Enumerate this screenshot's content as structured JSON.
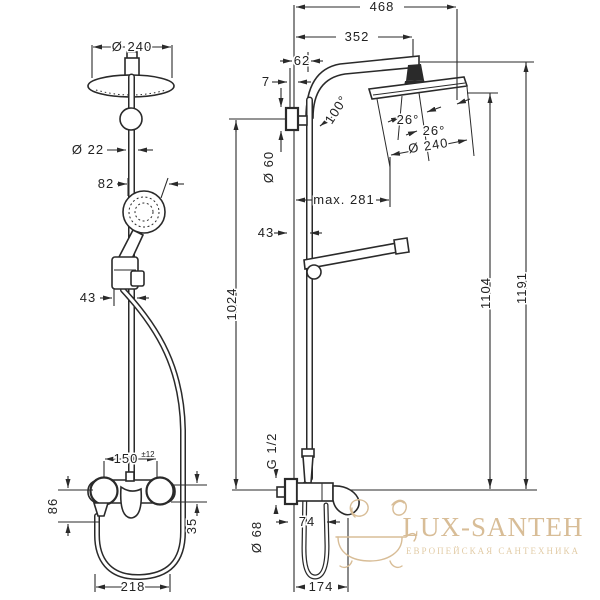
{
  "drawing": {
    "front_view": {
      "labels": {
        "head_diameter": "Ø 240",
        "pipe_diameter": "Ø 22",
        "hand_shower_width": "82",
        "holder_offset": "43",
        "valve_centers": "150",
        "valve_centers_tolerance": "±12",
        "valve_drop": "86",
        "valve_right_drop": "35",
        "valve_width": "218"
      }
    },
    "side_view": {
      "labels": {
        "total_depth": "468",
        "arm_reach": "352",
        "wall_gap": "62",
        "bracket_gap": "7",
        "arm_angle": "100°",
        "bracket_diameter": "Ø 60",
        "spray_angle_left": "26°",
        "spray_angle_right": "26°",
        "head_diameter": "Ø 240",
        "max_reach": "max. 281",
        "pipe_offset": "43",
        "height_bracket": "1024",
        "height_head": "1104",
        "height_total": "1191",
        "connection_thread": "G 1/2",
        "escutcheon_diameter": "Ø 68",
        "hose_offset": "74",
        "valve_depth": "174"
      }
    }
  },
  "watermark": {
    "title": "LUX-SANTEH",
    "subtitle": "ЕВРОПЕЙСКАЯ САНТЕХНИКА",
    "title_color": "#d8bd97",
    "subtitle_color": "#e2cca7",
    "line_color": "#2a2a2a"
  }
}
